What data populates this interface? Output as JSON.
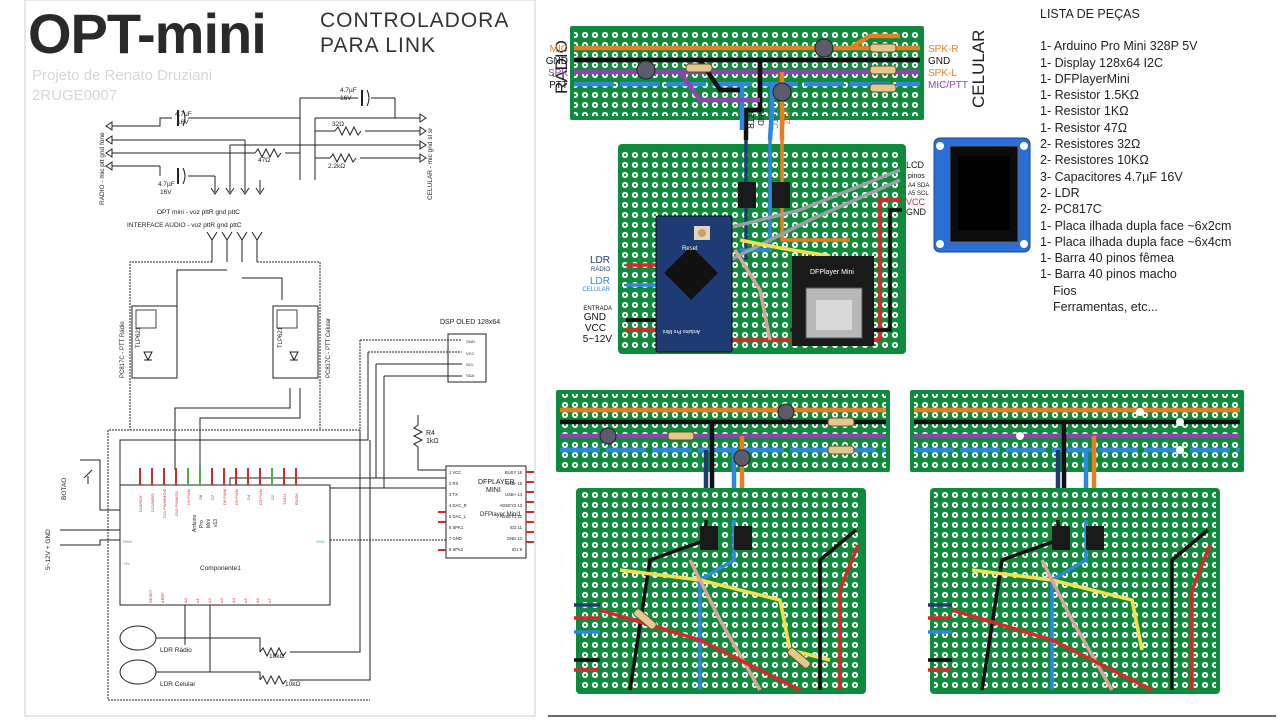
{
  "header": {
    "title": "OPT-mini",
    "subtitle_line1": "CONTROLADORA",
    "subtitle_line2": "PARA LINK",
    "author": "Projeto de Renato Druziani",
    "callsign": "2RUGE0007"
  },
  "parts_list": {
    "heading": "LISTA DE PEÇAS",
    "items": [
      "1- Arduino Pro Mini 328P 5V",
      "1- Display 128x64 I2C",
      "1- DFPlayerMini",
      "1- Resistor 1.5KΩ",
      "1- Resistor 1KΩ",
      "1- Resistor 47Ω",
      "2- Resistores 32Ω",
      "2- Resistores 10KΩ",
      "3- Capacitores 4.7µF 16V",
      "2- LDR",
      "2- PC817C",
      "1- Placa ilhada dupla face ~6x2cm",
      "1- Placa ilhada dupla face ~6x4cm",
      "1- Barra 40 pinos fêmea",
      "1- Barra 40  pinos macho",
      "Fios",
      "Ferramentas, etc..."
    ]
  },
  "schematic": {
    "cap_label": "4.7µF",
    "cap_voltage": "16V",
    "r32": "32Ω",
    "r47": "47Ω",
    "r22k": "2.2kΩ",
    "radio_conn": "RADIO - mic ptt gnd fone",
    "cel_conn": "CELULAR - mic gnd sl sr",
    "opt_mini_line": "OPT mini - voz pttR gnd pttC",
    "interface_line": "INTERFACE AUDIO - voz pttR gnd pttC",
    "opto1_chip": "TLP621",
    "opto1_label": "PC817C - PTT Rádio",
    "opto2_chip": "TLP621",
    "opto2_label": "PC817C - PTT Celular",
    "oled_title": "DSP OLED 128x64",
    "oled_pins": [
      "GND",
      "VCC",
      "SCL",
      "SDA"
    ],
    "r4_name": "R4",
    "r4_value": "1kΩ",
    "dfp_title1": "DFPLAYER",
    "dfp_title2": "MINI",
    "dfp_sub": "DFPlayer Mini1",
    "dfp_left_pins": [
      "1  VCC",
      "2  RX",
      "3  TX",
      "4  DAC_R",
      "5  DAC_L",
      "6  SPK1",
      "7  GND",
      "8  SPK2"
    ],
    "dfp_right_pins": [
      "BUSY 16",
      "USB- 15",
      "USB+ 14",
      "ADKEY2 13",
      "ADKEY1 12",
      "IO2 11",
      "GND 10",
      "IO1 9"
    ],
    "botao": "BOTAO",
    "power_label": "5~12V + GND",
    "arduino_name1": "Arduino",
    "arduino_name2": "Pro",
    "arduino_name3": "Mini",
    "arduino_name4": "v13",
    "arduino_component": "Componente1",
    "arduino_top_pins": [
      "D13/SCK",
      "D12/MISO",
      "D11 PWM/MOSI",
      "D10 PWM/SS",
      "D9 PWM",
      "D8",
      "D7",
      "D6 PWM",
      "D5 PWM",
      "D4",
      "D3 PWM",
      "D2",
      "TX/D1",
      "RX/D0"
    ],
    "arduino_bottom_pins": [
      "RESET",
      "AREF",
      "A0",
      "A1",
      "A2",
      "A3",
      "A4",
      "A5",
      "A6",
      "A7"
    ],
    "arduino_left_pins": [
      "RAW",
      "+5V"
    ],
    "arduino_right_pins": [
      "GND"
    ],
    "r10k": "10kΩ",
    "ldr_radio": "LDR Rádio",
    "ldr_celular": "LDR Celular"
  },
  "board_top": {
    "left_labels": [
      "MIC",
      "GND",
      "SPK",
      "PTT"
    ],
    "right_labels": [
      "SPK-R",
      "GND",
      "SPK-L",
      "MIC/PTT"
    ],
    "radio_side": "RÁDIO",
    "cel_side": "CELULAR",
    "wire_labels": [
      "PTTR",
      "GND",
      "PTTC",
      "VOZ"
    ]
  },
  "board_main": {
    "right_labels": [
      "LCD",
      "pinos",
      "A4 SDA",
      "A5 SCL",
      "VCC",
      "GND"
    ],
    "left_labels": [
      "LDR",
      "RÁDIO",
      "LDR",
      "CELULAR",
      "ENTRADA",
      "GND",
      "VCC",
      "5~12V"
    ],
    "arduino_label": "Arduino Pro Mini",
    "reset_label": "Reset",
    "dfplayer_label": "DFPlayer Mini"
  },
  "colors": {
    "board_green": "#0e8a3c",
    "pad": "#f2f2f2",
    "orange": "#e67e22",
    "purple": "#8e44ad",
    "blue": "#2e86de",
    "black": "#111111",
    "red": "#d62828",
    "yellow": "#f4e04d",
    "pink": "#d6a59a",
    "arduino_blue": "#1f3b73",
    "oled_blue": "#2a6fd6"
  }
}
